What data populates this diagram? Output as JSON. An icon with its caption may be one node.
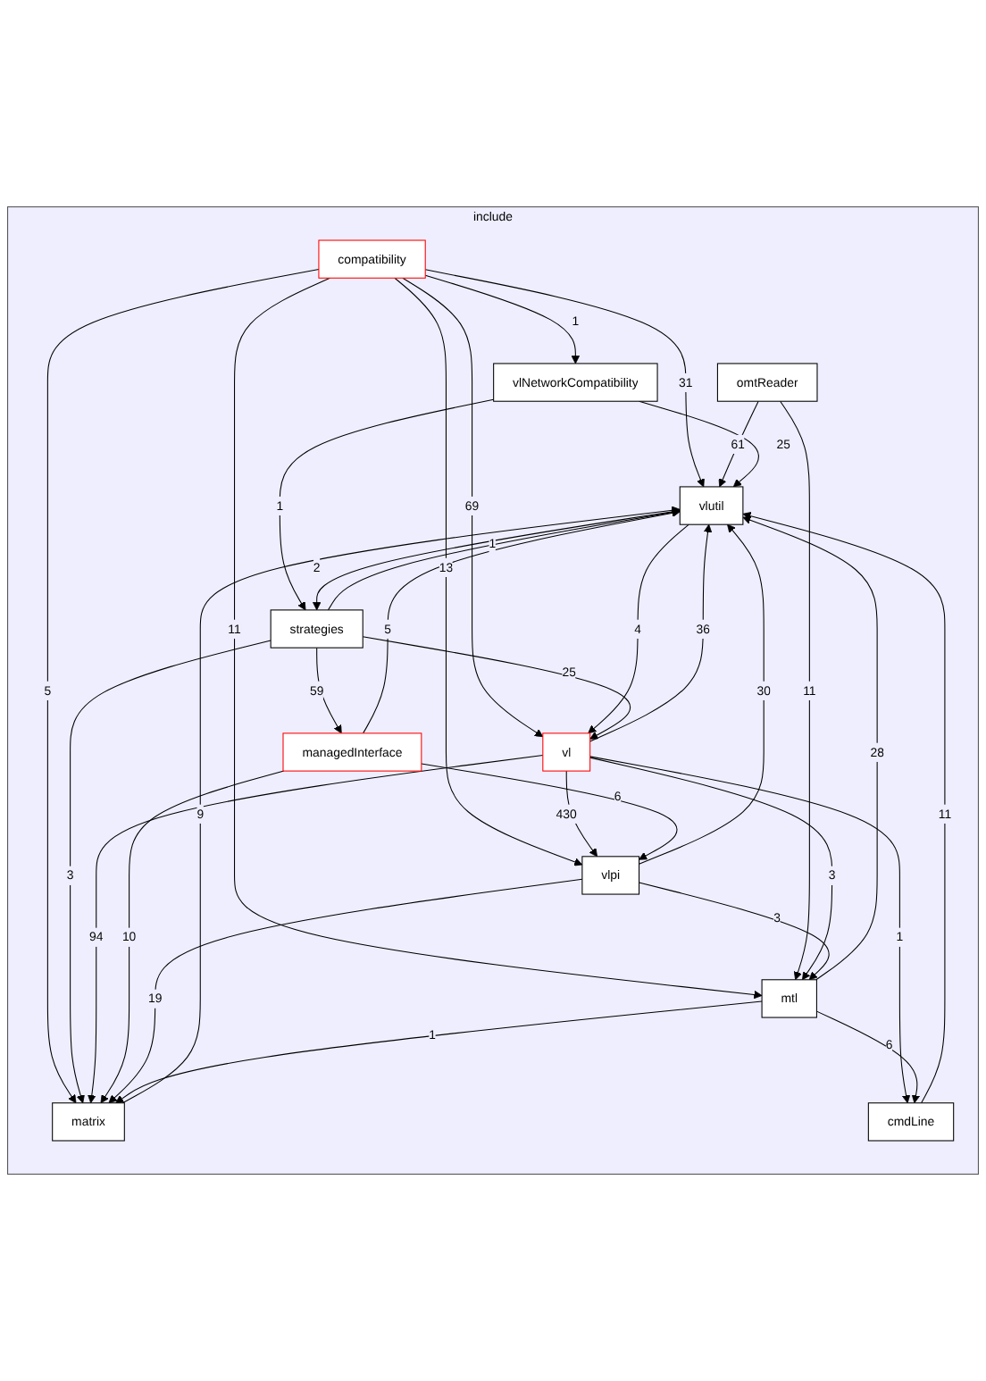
{
  "diagram": {
    "nodes": [
      {
        "text": [
          "include"
        ]
      },
      {
        "text": [
          "compatibility"
        ],
        "in": 0
      },
      {
        "text": [
          "cmdLine"
        ],
        "in": 0
      },
      {
        "text": [
          "omtReader"
        ],
        "in": 0
      },
      {
        "text": [
          "vlNetworkCompatibility"
        ],
        "in": 0
      },
      {
        "text": [
          "vlutil"
        ],
        "in": 0
      },
      {
        "text": [
          "strategies"
        ],
        "in": 0
      },
      {
        "text": [
          "vl"
        ],
        "in": 0
      },
      {
        "text": [
          "managedInterface"
        ],
        "in": 0
      },
      {
        "text": [
          "vlpi"
        ],
        "in": 0
      },
      {
        "text": [
          "mtl"
        ],
        "in": 0
      },
      {
        "text": [
          "matrix"
        ],
        "in": 0
      }
    ],
    "edges": [
      {
        "from": 1,
        "to": 4,
        "arrow": "to",
        "label": "1"
      },
      {
        "from": 1,
        "to": 5,
        "arrow": "to",
        "label": "31"
      },
      {
        "from": 1,
        "to": 7,
        "arrow": "to",
        "label": "69"
      },
      {
        "from": 1,
        "to": 10,
        "arrow": "to",
        "label": "11"
      },
      {
        "from": 1,
        "to": 11,
        "arrow": "to",
        "label": "5"
      },
      {
        "from": 1,
        "to": 9,
        "arrow": "to",
        "label": "13"
      },
      {
        "from": 2,
        "to": 5,
        "arrow": "to",
        "label": "11"
      },
      {
        "from": 3,
        "to": 5,
        "arrow": "to",
        "label": "61"
      },
      {
        "from": 3,
        "to": 10,
        "arrow": "to",
        "label": "11"
      },
      {
        "from": 4,
        "to": 5,
        "arrow": "to",
        "label": "25"
      },
      {
        "from": 4,
        "to": 6,
        "arrow": "to",
        "label": "1"
      },
      {
        "from": 5,
        "to": 6,
        "arrow": "to",
        "label": "2"
      },
      {
        "from": 5,
        "to": 7,
        "arrow": "to",
        "label": "4"
      },
      {
        "from": 6,
        "to": 5,
        "arrow": "to",
        "label": "1"
      },
      {
        "from": 6,
        "to": 7,
        "arrow": "to",
        "label": "25"
      },
      {
        "from": 6,
        "to": 8,
        "arrow": "to",
        "label": "59"
      },
      {
        "from": 6,
        "to": 11,
        "arrow": "to",
        "label": "3"
      },
      {
        "from": 7,
        "to": 5,
        "arrow": "to",
        "label": "36"
      },
      {
        "from": 7,
        "to": 2,
        "arrow": "to",
        "label": "1"
      },
      {
        "from": 7,
        "to": 10,
        "arrow": "to",
        "label": "3"
      },
      {
        "from": 7,
        "to": 9,
        "arrow": "to",
        "label": "430"
      },
      {
        "from": 7,
        "to": 11,
        "arrow": "to",
        "label": "94"
      },
      {
        "from": 8,
        "to": 5,
        "arrow": "to",
        "label": "5"
      },
      {
        "from": 8,
        "to": 9,
        "arrow": "to",
        "label": "6"
      },
      {
        "from": 8,
        "to": 11,
        "arrow": "to",
        "label": "10"
      },
      {
        "from": 9,
        "to": 5,
        "arrow": "to",
        "label": "30"
      },
      {
        "from": 9,
        "to": 10,
        "arrow": "to",
        "label": "3"
      },
      {
        "from": 9,
        "to": 11,
        "arrow": "to",
        "label": "19"
      },
      {
        "from": 10,
        "to": 5,
        "arrow": "to",
        "label": "28"
      },
      {
        "from": 10,
        "to": 2,
        "arrow": "to",
        "label": "6"
      },
      {
        "from": 10,
        "to": 11,
        "arrow": "to",
        "label": "1"
      },
      {
        "from": 11,
        "to": 5,
        "arrow": "to",
        "label": "9"
      }
    ]
  }
}
